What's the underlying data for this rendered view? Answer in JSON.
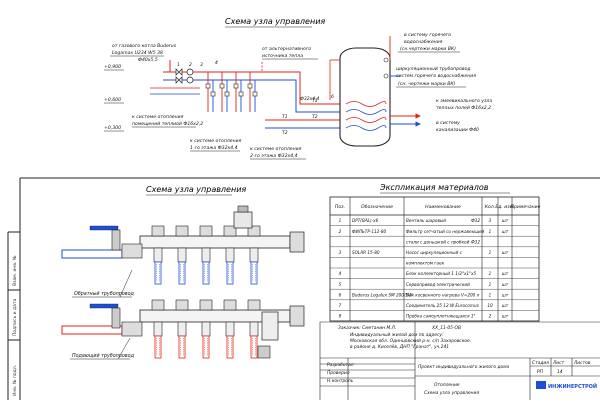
{
  "titles": {
    "schematic": "Схема узла управления",
    "manifold": "Схема узла управления",
    "explication": "Экспликация материалов"
  },
  "schematic_labels": {
    "from_boiler": [
      "от газового котла Buderus",
      "Logamax U234 W5 38"
    ],
    "pipe_spec": "Ф40х5,5",
    "level_top": "+0,900",
    "level_mid": "+0,600",
    "level_bot": "+0,300",
    "from_alt": [
      "от альтернативного",
      "источника тепла"
    ],
    "hot_water_1": [
      "в систему горячего",
      "водоснабжения"
    ],
    "hot_water_2": "(сн.чертежи марки ВК)",
    "circ_1": [
      "циркуляционный трубопровод",
      "систем горячего водоснабжения"
    ],
    "circ_2": "(сн. чертежи марки ВК)",
    "heating_floor": [
      "к системе отопления",
      "помещений теплиой Ф16х2,2"
    ],
    "heating_1": [
      "к системе отопления",
      "1-го этажа Ф32х4,4"
    ],
    "heating_2": [
      "к системе отопления",
      "2-го этажа Ф32х4,4"
    ],
    "pipe_32": "Ф32х4,4",
    "coil": [
      "к змеевикального узла",
      "теплых полей Ф16х2,2"
    ],
    "sewer": [
      "в систему",
      "канализации Ф40"
    ],
    "t1": "T1",
    "t2": "T2",
    "numbers": [
      "1",
      "2",
      "3",
      "4",
      "5",
      "6",
      "7",
      "8"
    ]
  },
  "manifold_labels": {
    "return": "Обратный трубопровод",
    "supply": "Подающий трубопровод"
  },
  "table": {
    "headers": [
      "Поз.",
      "Обозначение",
      "Наименование",
      "Кол.",
      "Ед. изм.",
      "Примечание"
    ],
    "rows": [
      {
        "pos": "1",
        "code": "DPT(ВАL)-х6",
        "name": "Вентиль шаровый",
        "dia": "Ф32",
        "qty": "3",
        "unit": "шт"
      },
      {
        "pos": "2",
        "code": "ФИЛЬТР-112-80",
        "name": "Фильтр сетчатый со нержавеющей",
        "dia": "",
        "qty": "1",
        "unit": "шт"
      },
      {
        "pos": "",
        "code": "",
        "name": "стали с доньшкой с пробкой",
        "dia": "Ф32",
        "qty": "",
        "unit": ""
      },
      {
        "pos": "3",
        "code": "SOLAR 15-80",
        "name": "Насос циркуляционный с",
        "dia": "",
        "qty": "1",
        "unit": "шт"
      },
      {
        "pos": "",
        "code": "",
        "name": "комплектом гаек",
        "dia": "",
        "qty": "",
        "unit": ""
      },
      {
        "pos": "4",
        "code": "",
        "name": "Блок коллекторный 1 1/2\"х1\"х5",
        "dia": "",
        "qty": "1",
        "unit": "шт"
      },
      {
        "pos": "5",
        "code": "",
        "name": "Сервопривод электрический",
        "dia": "",
        "qty": "1",
        "unit": "шт"
      },
      {
        "pos": "6",
        "code": "Buderus Logalux SM 200/5W",
        "name": "Бак косвенного нагрева V=200 л",
        "dia": "",
        "qty": "1",
        "unit": "шт"
      },
      {
        "pos": "7",
        "code": "",
        "name": "Соединитель 25 12.W Eurocomus",
        "dia": "",
        "qty": "10",
        "unit": "шт"
      },
      {
        "pos": "8",
        "code": "",
        "name": "Пробка самоуплотняющаяся 1\"",
        "dia": "",
        "qty": "2",
        "unit": "шт"
      }
    ]
  },
  "stamp": {
    "project_code": "ХХ_11-05-ОВ",
    "line1": "Индивидуальный жилой дом по адресу:",
    "line2": "Московская обл. Одинцовский р-н, с/п Захаровское,",
    "line3": "в районе д. Киселёв, ДНП \"Гранат\", уч.241",
    "owner": "Заказчик: Сметанин М.Л.",
    "project_title": "Проект индивидуального жилого дома",
    "stage_h": "Стадия",
    "sheet_h": "Лист",
    "sheets_h": "Листов",
    "stage": "РП",
    "sheet": "14",
    "sheets": "",
    "sheet_name_1": "Отопление",
    "sheet_name_2": "Схема узла управления",
    "company": "ИНЖИНЕРСТРОЙ",
    "roles": [
      "Разработал",
      "Проверил",
      "Н.контроль"
    ]
  },
  "side_stamp": [
    "Взам. инв. №",
    "Подпись и дата",
    "Инв. № подл."
  ],
  "colors": {
    "red": "#e2231a",
    "blue": "#1d4fd8",
    "line": "#1a1a1a",
    "grid": "#888888"
  }
}
